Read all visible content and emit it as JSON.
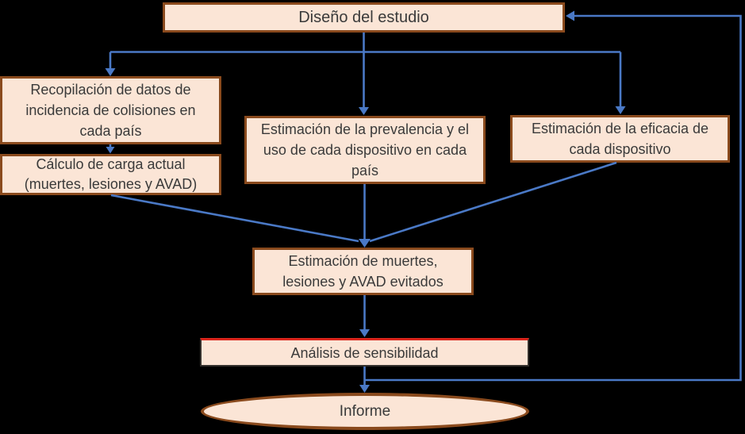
{
  "diagram": {
    "colors": {
      "background": "#000000",
      "node_fill": "#fbe5d6",
      "node_border": "#8a4a1d",
      "arrow_color": "#4a79c6",
      "accent_red": "#da251b",
      "dark_border": "#33302c",
      "text_color": "#3a3a3a"
    },
    "nodes": {
      "diseno": {
        "label": "Diseño del estudio"
      },
      "recopilacion": {
        "lines": [
          "Recopilación de datos de",
          "incidencia de colisiones en",
          "cada país"
        ]
      },
      "calculo": {
        "lines": [
          "Cálculo de carga actual",
          "(muertes, lesiones y AVAD)"
        ]
      },
      "prevalencia": {
        "lines": [
          "Estimación de la prevalencia y el",
          "uso de cada dispositivo en cada",
          "país"
        ]
      },
      "eficacia": {
        "lines": [
          "Estimación de la eficacia de",
          "cada dispositivo"
        ]
      },
      "muertes": {
        "lines": [
          "Estimación de muertes,",
          "lesiones y AVAD evitados"
        ]
      },
      "analisis": {
        "label": "Análisis de sensibilidad"
      },
      "informe": {
        "label": "Informe"
      }
    },
    "edges": [
      {
        "from": "diseno",
        "to": "recopilacion"
      },
      {
        "from": "diseno",
        "to": "prevalencia"
      },
      {
        "from": "diseno",
        "to": "eficacia"
      },
      {
        "from": "recopilacion",
        "to": "calculo"
      },
      {
        "from": "calculo",
        "to": "muertes"
      },
      {
        "from": "prevalencia",
        "to": "muertes"
      },
      {
        "from": "eficacia",
        "to": "muertes"
      },
      {
        "from": "muertes",
        "to": "analisis"
      },
      {
        "from": "analisis",
        "to": "informe"
      },
      {
        "from": "analisis",
        "to": "diseno",
        "type": "feedback"
      }
    ]
  }
}
